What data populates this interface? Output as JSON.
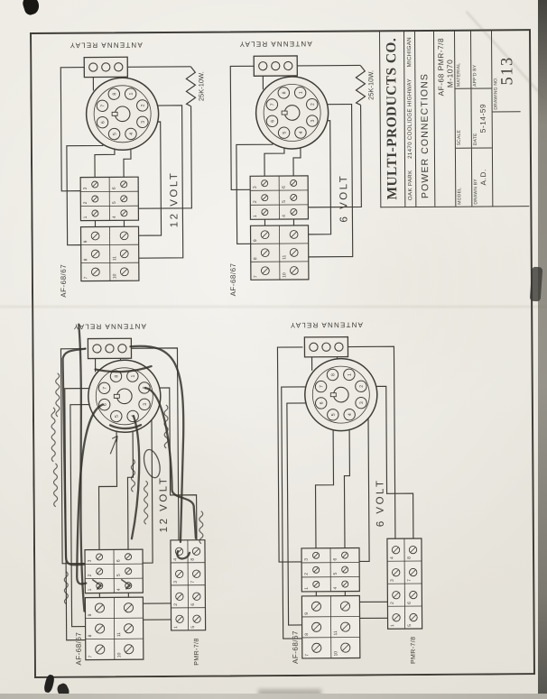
{
  "sheet": {
    "paper_color": "#edebe3",
    "ink_color": "#3f3d37",
    "pencil_color": "#34312c"
  },
  "title_block": {
    "company": "MULTI-PRODUCTS CO.",
    "address": {
      "city": "OAK PARK",
      "street": "21470 COOLIDGE HIGHWAY",
      "state": "MICHIGAN"
    },
    "drawing_title": "POWER CONNECTIONS",
    "models_line": "AF-68  PMR-7/8",
    "model_number": "M-1070",
    "model_label": "MODEL",
    "scale_label": "SCALE",
    "material_label": "MATERIAL",
    "drawn_by_label": "DRAWN BY",
    "drawn_by_value": "A.D.",
    "date_label": "DATE",
    "date_value": "5-14-59",
    "appd_label": "APP'D BY",
    "appd_value": "",
    "drawing_no_label": "DRAWING NO.",
    "drawing_no_value": "513"
  },
  "schematics": [
    {
      "id": "af-12-volt",
      "voltage_label": "12 VOLT",
      "relay_label": "ANTENNA RELAY",
      "resistor_label": "25K-10W.",
      "strip_labels": [
        "AF-68/67"
      ],
      "strip1_numbers": [
        "1",
        "2",
        "3",
        "4",
        "5",
        "6"
      ],
      "strip2_numbers": [
        "7",
        "8",
        "9",
        "10",
        "11",
        ""
      ],
      "pmr_numbers": [],
      "socket_pins": [
        "1",
        "2",
        "3",
        "4",
        "5",
        "6",
        "7",
        "8"
      ],
      "penciled": false
    },
    {
      "id": "af-6-volt",
      "voltage_label": "6 VOLT",
      "relay_label": "ANTENNA RELAY",
      "resistor_label": "25K-10W.",
      "strip_labels": [
        "AF-68/67"
      ],
      "strip1_numbers": [
        "1",
        "2",
        "3",
        "4",
        "5",
        "6"
      ],
      "strip2_numbers": [
        "7",
        "8",
        "9",
        "10",
        "11",
        ""
      ],
      "pmr_numbers": [],
      "socket_pins": [
        "1",
        "2",
        "3",
        "4",
        "5",
        "6",
        "7",
        "8"
      ],
      "penciled": false
    },
    {
      "id": "af-pmr-12-volt",
      "voltage_label": "12 VOLT",
      "relay_label": "ANTENNA RELAY",
      "resistor_label": "",
      "strip_labels": [
        "AF-68/67",
        "PMR-7/8"
      ],
      "strip1_numbers": [
        "1",
        "2",
        "3",
        "4",
        "5",
        "6"
      ],
      "strip2_numbers": [
        "7",
        "8",
        "9",
        "10",
        "11",
        ""
      ],
      "pmr_numbers": [
        "1",
        "2",
        "3",
        "4",
        "5",
        "6",
        "7",
        "8"
      ],
      "socket_pins": [
        "1",
        "2",
        "3",
        "4",
        "5",
        "6",
        "7",
        "8"
      ],
      "penciled": true
    },
    {
      "id": "af-pmr-6-volt",
      "voltage_label": "6 VOLT",
      "relay_label": "ANTENNA RELAY",
      "resistor_label": "",
      "strip_labels": [
        "AF-68/67",
        "PMR-7/8"
      ],
      "strip1_numbers": [
        "1",
        "2",
        "3",
        "4",
        "5",
        "6"
      ],
      "strip2_numbers": [
        "7",
        "8",
        "9",
        "10",
        "11",
        ""
      ],
      "pmr_numbers": [
        "1",
        "2",
        "3",
        "4",
        "5",
        "6",
        "7",
        "8"
      ],
      "socket_pins": [
        "1",
        "2",
        "3",
        "4",
        "5",
        "6",
        "7",
        "8"
      ],
      "penciled": false
    }
  ]
}
